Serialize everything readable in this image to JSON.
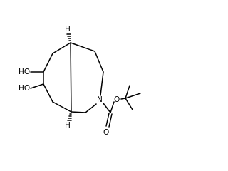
{
  "molecule": {
    "atom_labels": {
      "hydroxyl_top": "HO",
      "hydroxyl_bottom": "HO",
      "ring_nitrogen": "N",
      "ester_oxygen": "O",
      "carbonyl_oxygen": "O",
      "stereo_h_top": "H",
      "stereo_h_bottom": "H"
    }
  },
  "colors": {
    "bond": "#000000",
    "background": "#ffffff"
  }
}
